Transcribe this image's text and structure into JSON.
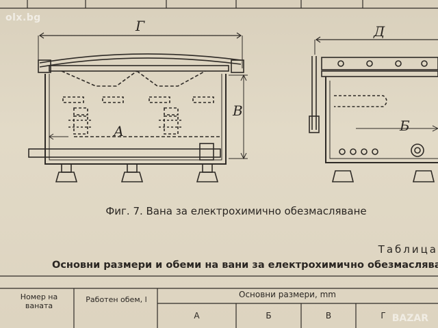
{
  "watermark": "olx.bg",
  "watermark_bottom": "BAZAR",
  "figure": {
    "caption": "Фиг. 7. Вана за електрохимично обезмасляване",
    "dim_labels": {
      "G": "Г",
      "D": "Д",
      "V": "В",
      "A": "А",
      "B": "Б"
    }
  },
  "table": {
    "label": "Таблица",
    "title": "Основни размери и обеми на вани за електрохимично обезмасляване",
    "headers": {
      "bath_number": "Номер на ваната",
      "working_volume": "Работен обем, l",
      "main_dimensions": "Основни размери, mm",
      "col_a": "А",
      "col_b": "Б",
      "col_v": "В",
      "col_g": "Г"
    }
  }
}
